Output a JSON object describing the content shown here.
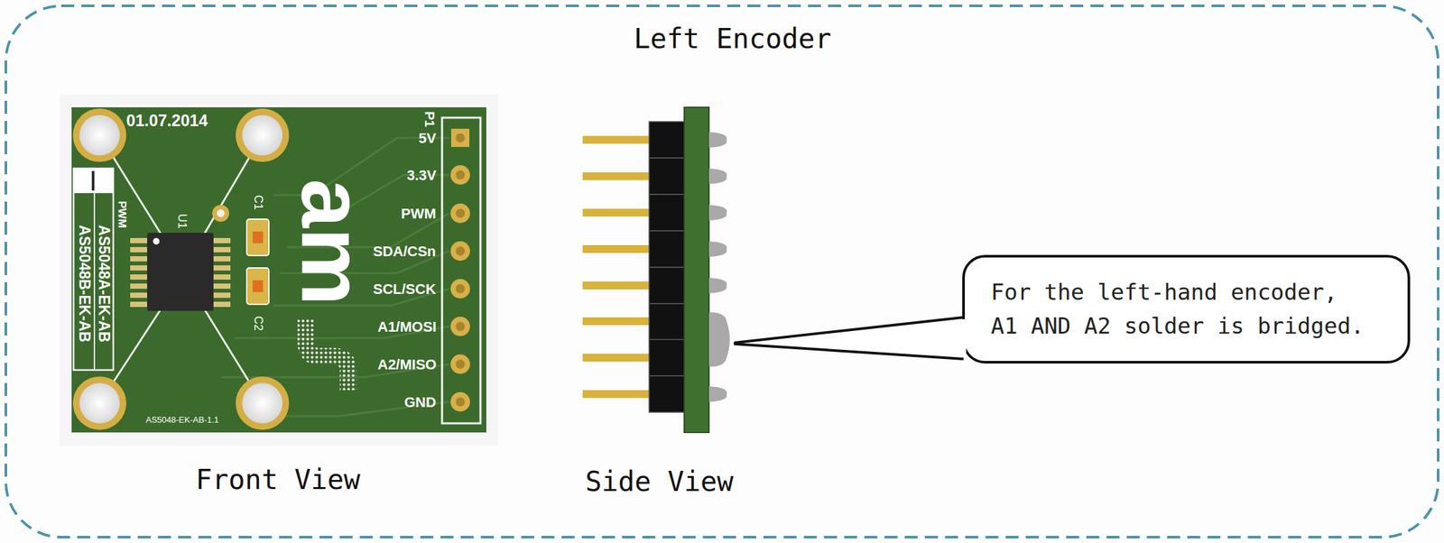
{
  "diagram": {
    "nodes": [
      {
        "text": [
          "Left Encoder"
        ]
      },
      {
        "text": [
          "For the left-hand encoder, A1 AND A2 solder is bridged."
        ],
        "in": 0
      }
    ],
    "labels": [
      "01.07.2014",
      "P1",
      "5V",
      "3.3V",
      "PWM",
      "SDA/CSn",
      "SCL/SCK",
      "A1/MOSI",
      "A2/MISO",
      "GND",
      "U1",
      "C1",
      "C2",
      "PWM",
      "AS5048A-EK-AB",
      "AS5048B-EK-AB",
      "AS5048-EK-AB-1.1",
      "am",
      "Front View",
      "Side View"
    ]
  }
}
